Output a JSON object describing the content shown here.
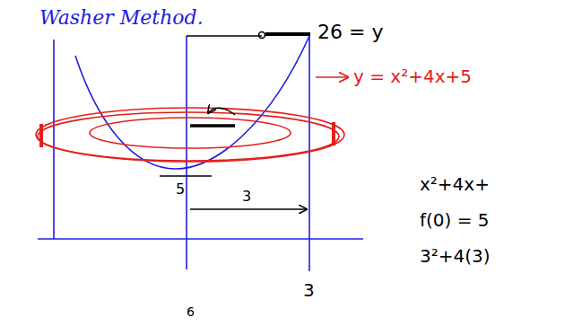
{
  "diagram": {
    "title": "Washer Method.",
    "labels": [
      "26 = y",
      "y = x²+4x+5",
      "5",
      "3",
      "3",
      "6",
      "x²+4x+",
      "f(0) = 5",
      "3²+4(3)"
    ]
  }
}
